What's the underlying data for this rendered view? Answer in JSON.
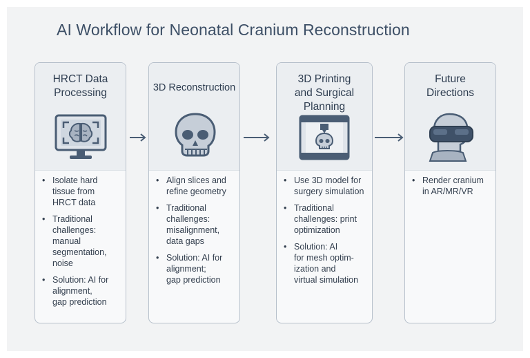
{
  "title": "AI Workflow for Neonatal Cranium Reconstruction",
  "cards": [
    {
      "title": [
        "HRCT Data",
        "Processing"
      ],
      "icon": "monitor-brain-icon",
      "bullets": [
        [
          "Isolate hard",
          "tissue from",
          "HRCT data"
        ],
        [
          "Traditional",
          "challenges:",
          "manual",
          "segmentation,",
          "noise"
        ],
        [
          "Solution: AI for",
          "alignment,",
          "gap prediction"
        ]
      ]
    },
    {
      "title": [
        "3D Reconstruction"
      ],
      "icon": "skull-icon",
      "bullets": [
        [
          "Align slices and",
          "refine geometry"
        ],
        [
          "Traditional",
          "challenges:",
          "misalignment,",
          "data gaps"
        ],
        [
          "Solution: AI for",
          "alignment;",
          "gap prediction"
        ]
      ]
    },
    {
      "title": [
        "3D Printing",
        "and Surgical",
        "Planning"
      ],
      "icon": "3d-printer-icon",
      "bullets": [
        [
          "Use 3D model for",
          "surgery simulation"
        ],
        [
          "Traditional",
          "challenges: print",
          "optimization"
        ],
        [
          "Solution: AI",
          "for mesh optim-",
          "ization and",
          "virtual simulation"
        ]
      ]
    },
    {
      "title": [
        "Future",
        "Directions"
      ],
      "icon": "vr-headset-icon",
      "bullets": [
        [
          "Render cranium",
          "in AR/MR/VR"
        ]
      ]
    }
  ],
  "colors": {
    "accent": "#4a5d74",
    "card_border": "#b7c0cb",
    "icon_fill": "#c6ced8"
  }
}
